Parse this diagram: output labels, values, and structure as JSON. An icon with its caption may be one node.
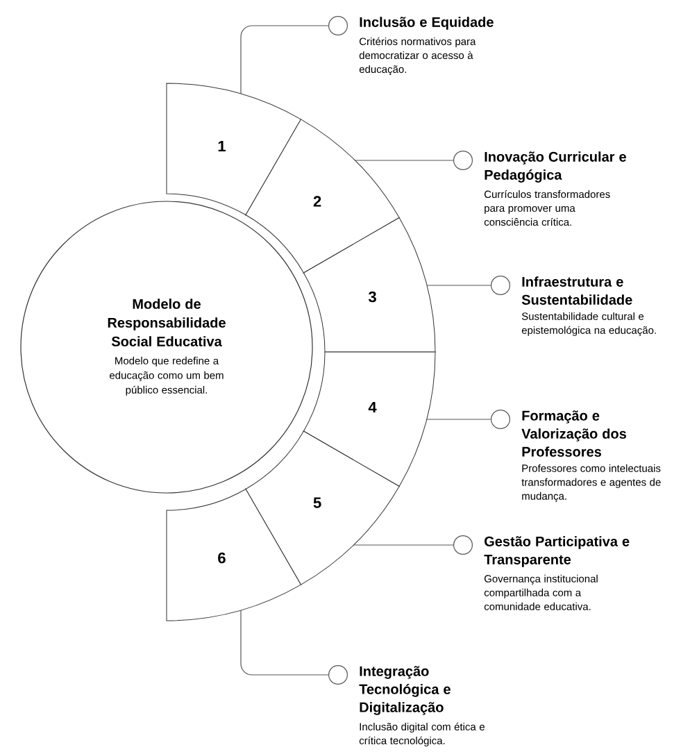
{
  "diagram": {
    "nodes": [
      {
        "text": [
          "Modelo de Responsabilidade Social Educativa",
          "Modelo que redefine a educação como um bem público essencial."
        ]
      },
      {
        "text": [
          "1"
        ]
      },
      {
        "text": [
          "2"
        ]
      },
      {
        "text": [
          "3"
        ]
      },
      {
        "text": [
          "4"
        ]
      },
      {
        "text": [
          "5"
        ]
      },
      {
        "text": [
          "6"
        ]
      },
      {
        "text": [
          "Inclusão e Equidade",
          "Critérios normativos para democratizar o acesso à educação."
        ]
      },
      {
        "text": [
          "Inovação Curricular e Pedagógica",
          "Currículos transformadores para promover uma consciência crítica."
        ]
      },
      {
        "text": [
          "Infraestrutura e Sustentabilidade",
          "Sustentabilidade cultural e epistemológica na educação."
        ]
      },
      {
        "text": [
          "Formação e Valorização dos Professores",
          "Professores como intelectuais transformadores e agentes de mudança."
        ]
      },
      {
        "text": [
          "Gestão Participativa e Transparente",
          "Governança institucional compartilhada com a comunidade educativa."
        ]
      },
      {
        "text": [
          "Integração Tecnológica e Digitalização",
          "Inclusão digital com ética e crítica tecnológica."
        ]
      }
    ],
    "edges": [
      {
        "from": 1,
        "to": 7,
        "arrow": "other"
      },
      {
        "from": 2,
        "to": 8,
        "arrow": "other"
      },
      {
        "from": 3,
        "to": 9,
        "arrow": "other"
      },
      {
        "from": 4,
        "to": 10,
        "arrow": "other"
      },
      {
        "from": 5,
        "to": 11,
        "arrow": "other"
      },
      {
        "from": 6,
        "to": 12,
        "arrow": "other"
      }
    ]
  }
}
